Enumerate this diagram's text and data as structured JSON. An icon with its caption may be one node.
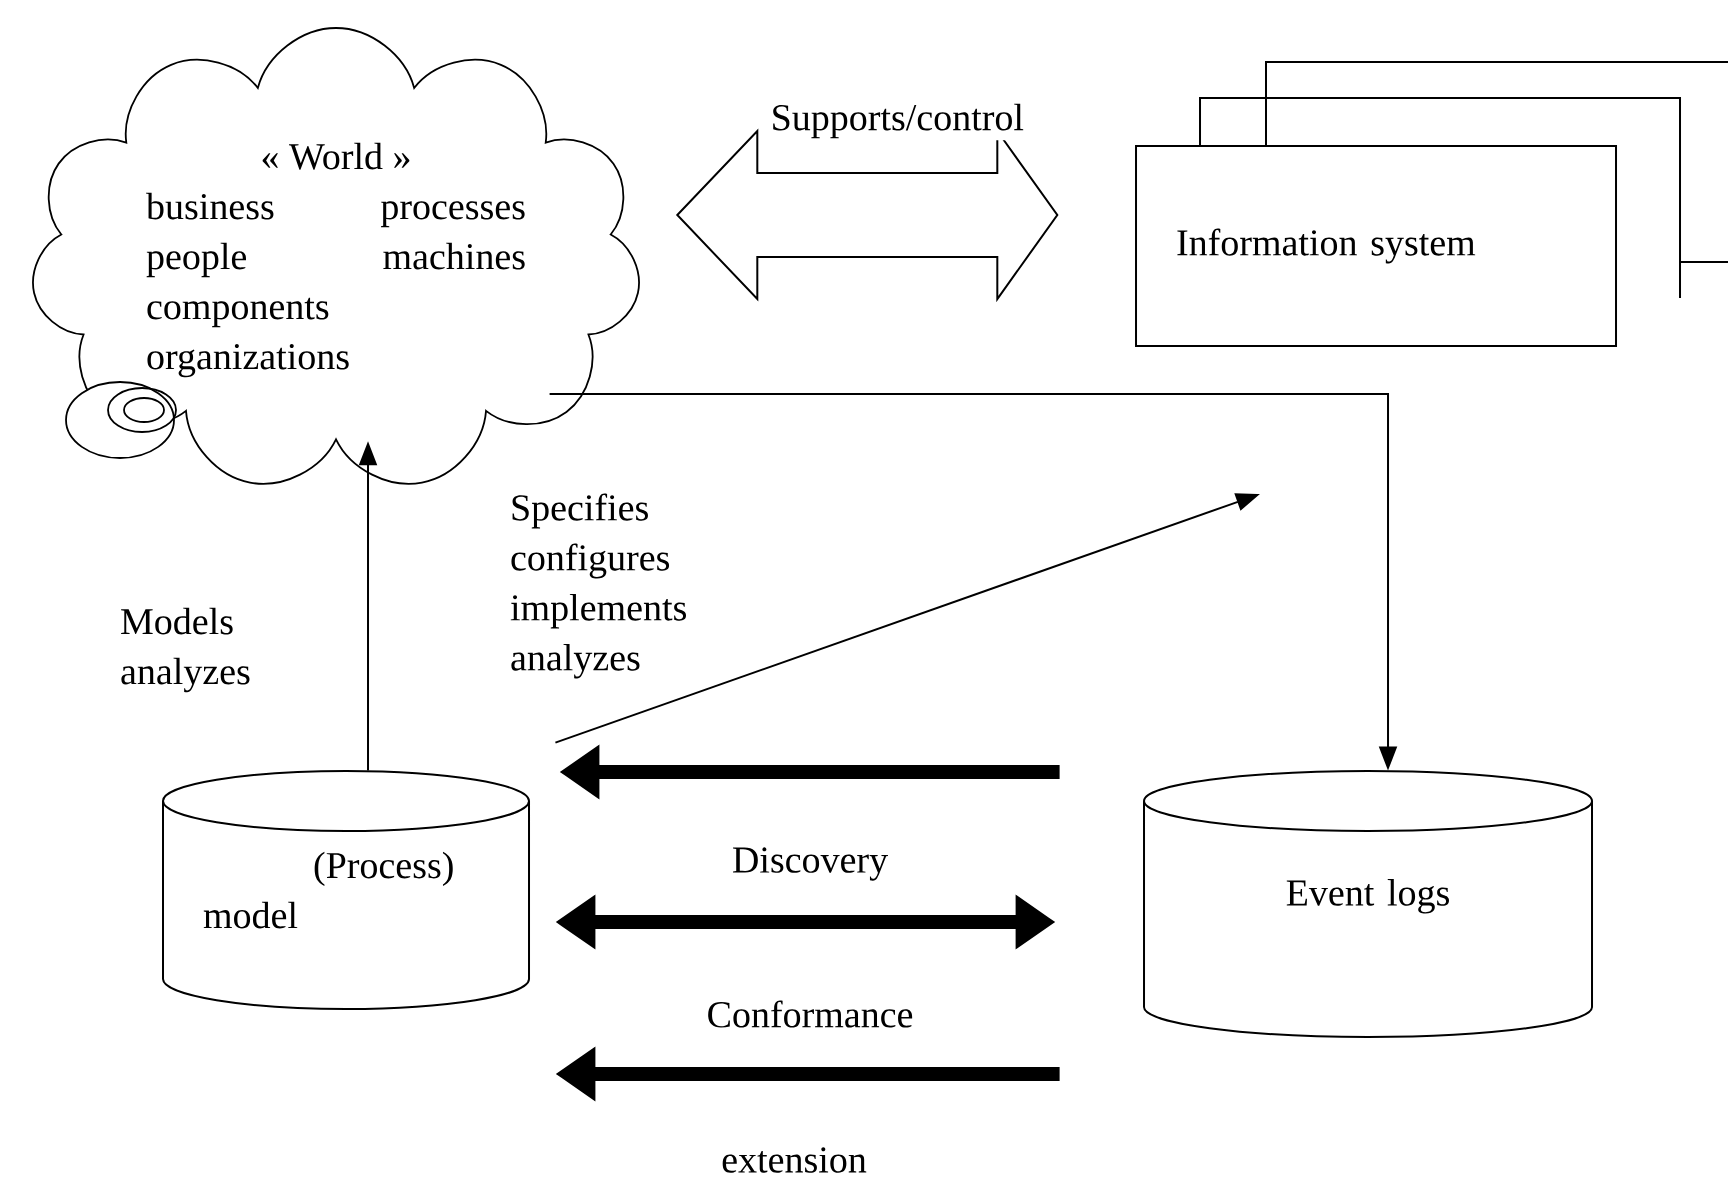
{
  "diagram": {
    "nodes": [
      {
        "text": [
          "« World »",
          "business processes people machines components organizations"
        ]
      },
      {
        "text": [
          "Information system"
        ]
      },
      {
        "text": [
          "(Process) model"
        ]
      },
      {
        "text": [
          "Event logs"
        ]
      }
    ],
    "edges": [
      {
        "from": 0,
        "to": 1,
        "arrow": "both",
        "label": "Supports/control"
      },
      {
        "from": 2,
        "to": 0,
        "arrow": "to",
        "label": "Models analyzes"
      },
      {
        "from": 0,
        "to": 3,
        "arrow": "to"
      },
      {
        "from": 2,
        "to": null,
        "arrow": "to",
        "label": "Specifies configures implements analyzes"
      },
      {
        "from": 3,
        "to": 2,
        "arrow": "to",
        "style": "thick",
        "label": "Discovery"
      },
      {
        "from": 3,
        "to": 2,
        "arrow": "both",
        "style": "thick",
        "label": "Conformance"
      },
      {
        "from": 3,
        "to": 2,
        "arrow": "to",
        "style": "thick",
        "label": "extension"
      }
    ]
  }
}
